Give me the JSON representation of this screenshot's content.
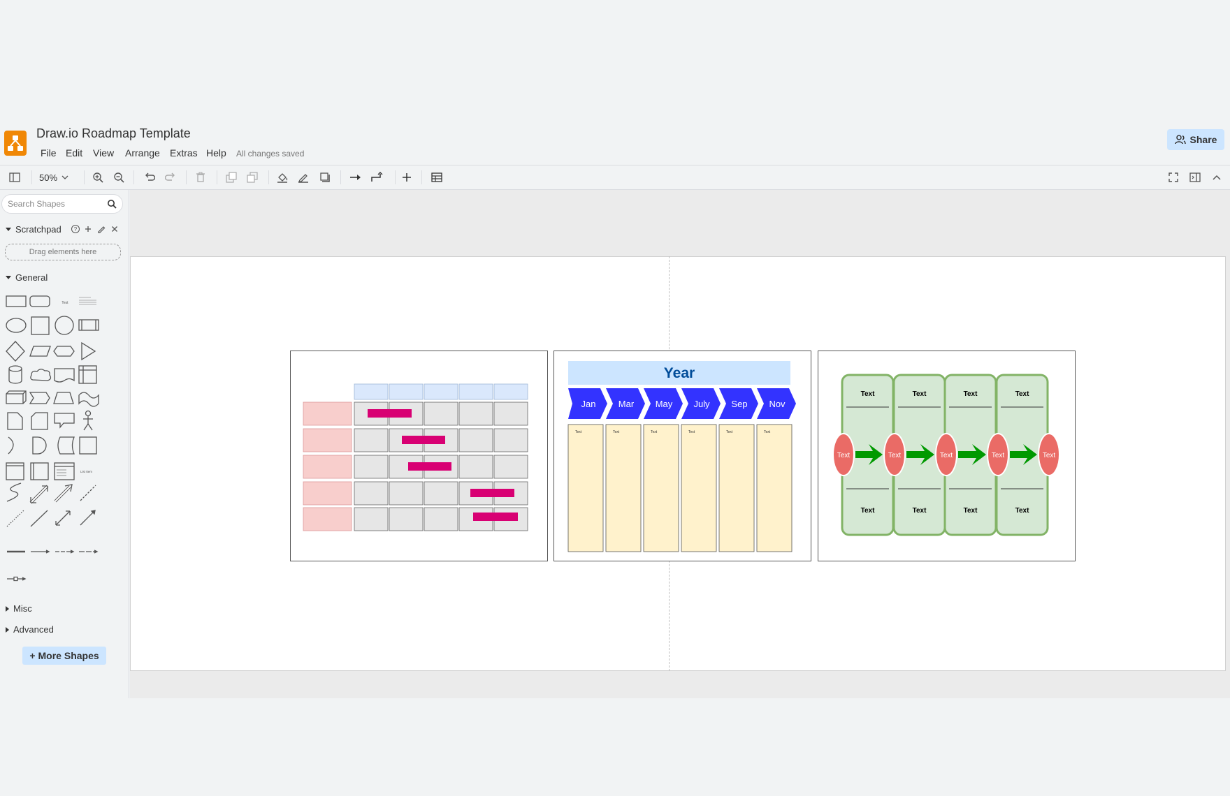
{
  "app": {
    "title": "Draw.io Roadmap Template",
    "save_status": "All changes saved",
    "share_label": "Share",
    "logo_icon": "drawio-logo-icon",
    "accent": "#f08705"
  },
  "menu": [
    "File",
    "Edit",
    "View",
    "Arrange",
    "Extras",
    "Help"
  ],
  "toolbar": {
    "zoom": "50%",
    "icons": [
      "sidebar-toggle-icon",
      "zoom-in-icon",
      "zoom-out-icon",
      "undo-icon",
      "redo-icon",
      "delete-icon",
      "to-front-icon",
      "to-back-icon",
      "fill-color-icon",
      "line-color-icon",
      "shadow-icon",
      "connection-icon",
      "waypoints-icon",
      "insert-icon",
      "table-icon",
      "fullscreen-icon",
      "format-panel-icon",
      "collapse-icon"
    ]
  },
  "sidebar": {
    "search_placeholder": "Search Shapes",
    "scratchpad_label": "Scratchpad",
    "scratchpad_drop": "Drag elements here",
    "general_label": "General",
    "misc_label": "Misc",
    "advanced_label": "Advanced",
    "more_shapes": "More Shapes"
  },
  "templates": {
    "gantt": {
      "header_color": "#dae8fc",
      "row_color": "#f8cecc",
      "cell_color": "#e6e6e6",
      "bar_color": "#d80073"
    },
    "year": {
      "title": "Year",
      "months": [
        "Jan",
        "Mar",
        "May",
        "July",
        "Sep",
        "Nov"
      ],
      "column_text": "Text",
      "title_color": "#cce5ff",
      "arrow_color": "#3333ff",
      "column_color": "#fff2cc"
    },
    "phases": {
      "top_labels": [
        "Text",
        "Text",
        "Text",
        "Text"
      ],
      "bottom_labels": [
        "Text",
        "Text",
        "Text",
        "Text"
      ],
      "milestones": [
        "Text",
        "Text",
        "Text",
        "Text",
        "Text"
      ],
      "fill_color": "#d5e8d4",
      "stroke_color": "#82b366",
      "milestone_color": "#ea6b66",
      "arrow_color": "#009900"
    }
  }
}
